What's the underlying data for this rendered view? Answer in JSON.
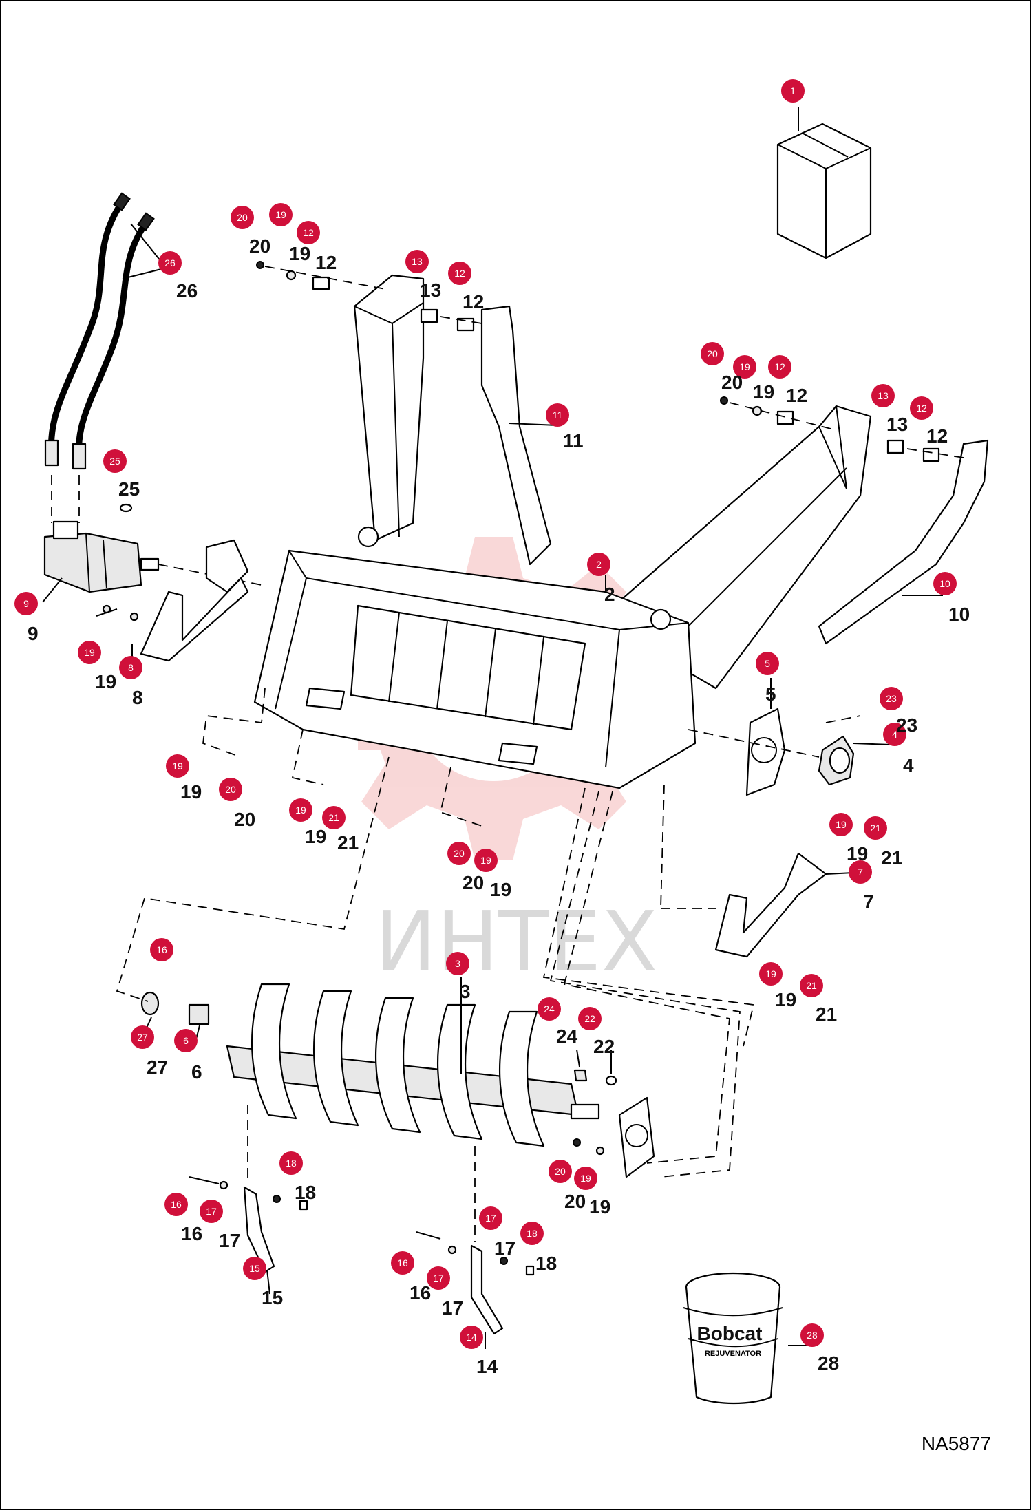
{
  "drawing_id": "NA5877",
  "watermark": "ИНТЕХ",
  "pail": {
    "brand": "Bobcat",
    "product": "REJUVENATOR"
  },
  "colors": {
    "callout": "#d0103a",
    "watermark": "#f6c6c6",
    "line": "#000000"
  },
  "callouts": [
    {
      "n": "1",
      "label": ""
    },
    {
      "n": "2",
      "label": "2"
    },
    {
      "n": "3",
      "label": "3"
    },
    {
      "n": "4",
      "label": "4"
    },
    {
      "n": "5",
      "label": "5"
    },
    {
      "n": "6",
      "label": "6"
    },
    {
      "n": "7",
      "label": "7"
    },
    {
      "n": "8",
      "label": "8"
    },
    {
      "n": "9",
      "label": "9"
    },
    {
      "n": "10",
      "label": "10"
    },
    {
      "n": "11",
      "label": "11"
    },
    {
      "n": "12",
      "label": "12"
    },
    {
      "n": "12",
      "label": "12"
    },
    {
      "n": "12",
      "label": "12"
    },
    {
      "n": "12",
      "label": "12"
    },
    {
      "n": "13",
      "label": "13"
    },
    {
      "n": "13",
      "label": "13"
    },
    {
      "n": "14",
      "label": "14"
    },
    {
      "n": "15",
      "label": "15"
    },
    {
      "n": "16",
      "label": "16"
    },
    {
      "n": "16",
      "label": "16"
    },
    {
      "n": "16",
      "label": "16"
    },
    {
      "n": "17",
      "label": "17"
    },
    {
      "n": "17",
      "label": "17"
    },
    {
      "n": "17",
      "label": "17"
    },
    {
      "n": "18",
      "label": "18"
    },
    {
      "n": "18",
      "label": "18"
    },
    {
      "n": "19",
      "label": "19"
    },
    {
      "n": "19",
      "label": "19"
    },
    {
      "n": "19",
      "label": "19"
    },
    {
      "n": "19",
      "label": "19"
    },
    {
      "n": "19",
      "label": "19"
    },
    {
      "n": "19",
      "label": "19"
    },
    {
      "n": "19",
      "label": "19"
    },
    {
      "n": "19",
      "label": "19"
    },
    {
      "n": "19",
      "label": "19"
    },
    {
      "n": "20",
      "label": "20"
    },
    {
      "n": "20",
      "label": "20"
    },
    {
      "n": "20",
      "label": "20"
    },
    {
      "n": "20",
      "label": "20"
    },
    {
      "n": "20",
      "label": "20"
    },
    {
      "n": "21",
      "label": "21"
    },
    {
      "n": "21",
      "label": "21"
    },
    {
      "n": "21",
      "label": "21"
    },
    {
      "n": "22",
      "label": "22"
    },
    {
      "n": "23",
      "label": "23"
    },
    {
      "n": "24",
      "label": "24"
    },
    {
      "n": "25",
      "label": "25"
    },
    {
      "n": "26",
      "label": "26"
    },
    {
      "n": "27",
      "label": "27"
    },
    {
      "n": "28",
      "label": "28"
    }
  ]
}
